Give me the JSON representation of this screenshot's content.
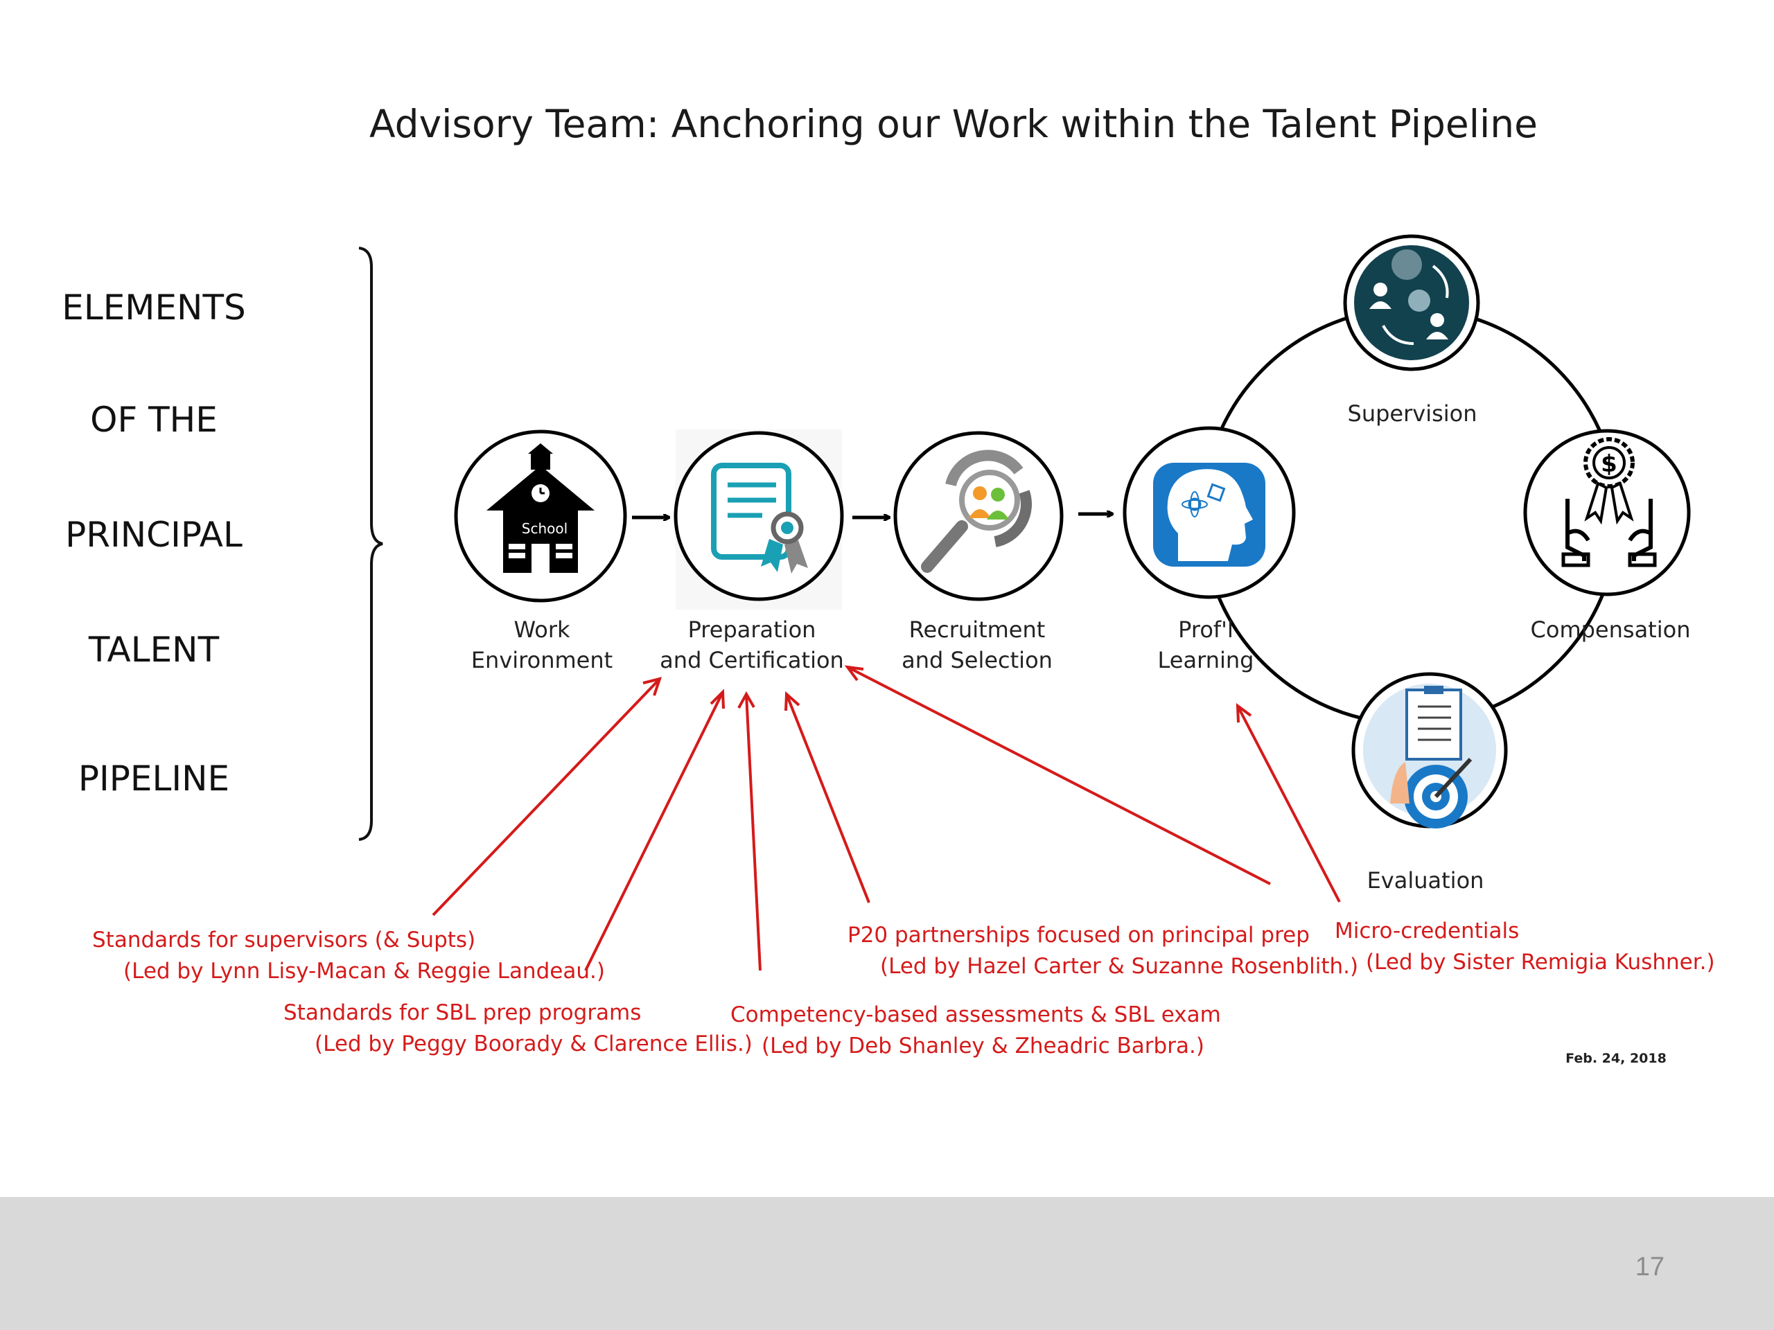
{
  "title": "Advisory Team:  Anchoring our Work within the Talent Pipeline",
  "left_words": [
    "ELEMENTS",
    "OF THE",
    "PRINCIPAL",
    "TALENT",
    "PIPELINE"
  ],
  "nodes": {
    "work": [
      "Work",
      "Environment"
    ],
    "prep": [
      "Preparation",
      "and Certification"
    ],
    "recruit": [
      "Recruitment",
      "and Selection"
    ],
    "prof": [
      "Prof'l",
      "Learning"
    ],
    "supervision": "Supervision",
    "compensation": "Compensation",
    "evaluation": "Evaluation"
  },
  "school_sign": "School",
  "dollar_sign": "$",
  "annotations": {
    "supervisors": [
      "Standards for supervisors (& Supts)",
      "(Led by Lynn Lisy-Macan & Reggie Landeau.)"
    ],
    "sbl_prep": [
      "Standards for SBL prep programs",
      "(Led by Peggy Boorady & Clarence Ellis.)"
    ],
    "competency": [
      "Competency-based assessments & SBL exam",
      "(Led by Deb Shanley & Zheadric Barbra.)"
    ],
    "p20": [
      "P20 partnerships focused on principal prep",
      "(Led by Hazel Carter & Suzanne Rosenblith.)"
    ],
    "micro": [
      "Micro-credentials",
      "(Led by Sister Remigia Kushner.)"
    ]
  },
  "date": "Feb. 24, 2018",
  "page_number": "17",
  "colors": {
    "annotation_red": "#d51a1a",
    "supervision_navy": "#13424f",
    "prof_blue": "#1a79c7",
    "prep_teal": "#1aa0b4",
    "footer_gray": "#d9d9d9"
  },
  "icons": {
    "work": "schoolhouse-icon",
    "prep": "certificate-icon",
    "recruit": "magnifier-people-icon",
    "prof": "head-brain-icon",
    "supervision": "people-exchange-icon",
    "compensation": "hands-award-icon",
    "evaluation": "checklist-target-icon"
  }
}
